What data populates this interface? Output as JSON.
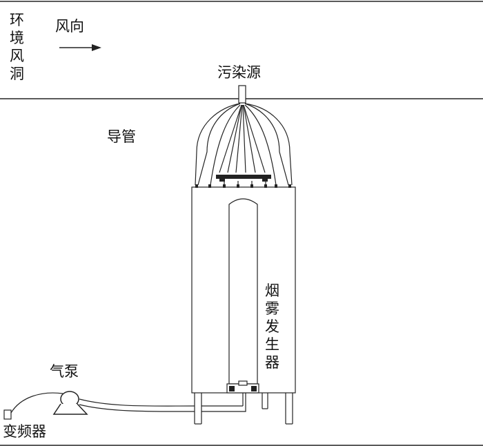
{
  "labels": {
    "tunnel": "环境风洞",
    "wind_direction": "风向",
    "pollution_source": "污染源",
    "conduit": "导管",
    "smoke_generator": "烟雾发生器",
    "air_pump": "气泵",
    "frequency_converter": "变频器"
  }
}
